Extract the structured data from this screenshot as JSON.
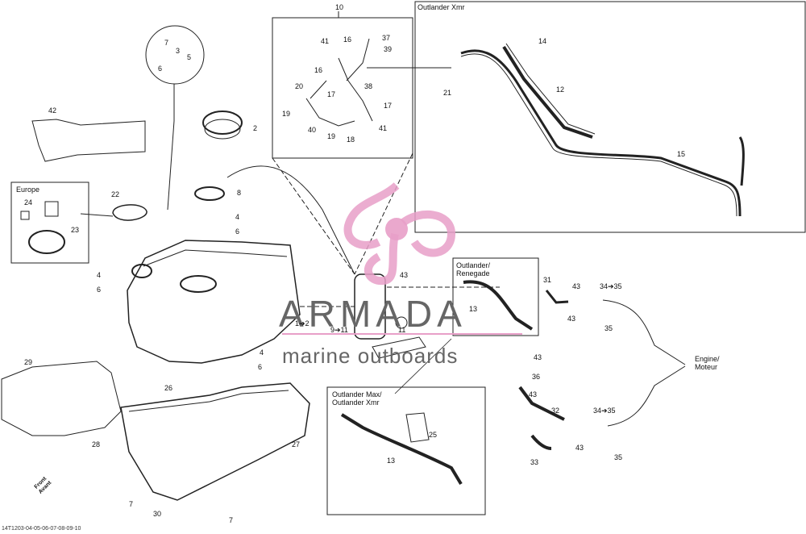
{
  "watermark": {
    "title": "ARMADA",
    "subtitle": "marine outboards",
    "logo_color": "#e89fc8"
  },
  "footer_code": "14T1203-04-05-06-07-08-09-10",
  "front_arrow": {
    "line1": "Front",
    "line2": "Avant"
  },
  "boxes": {
    "outlander_xmr": "Outlander Xmr",
    "europe": "Europe",
    "outlander_renegade_1": "Outlander/",
    "outlander_renegade_2": "Renegade",
    "outlander_max_1": "Outlander Max/",
    "outlander_max_2": "Outlander Xmr"
  },
  "engine": {
    "line1": "Engine/",
    "line2": "Moteur"
  },
  "labels": {
    "n10": "10",
    "n41a": "41",
    "n16a": "16",
    "n37": "37",
    "n39": "39",
    "n16b": "16",
    "n20": "20",
    "n17a": "17",
    "n38": "38",
    "n19a": "19",
    "n17b": "17",
    "n40": "40",
    "n19b": "19",
    "n41b": "41",
    "n18": "18",
    "n14": "14",
    "n21": "21",
    "n12": "12",
    "n15": "15",
    "n7a": "7",
    "n3": "3",
    "n5": "5",
    "n6a": "6",
    "n42": "42",
    "n2": "2",
    "n8": "8",
    "n24": "24",
    "n23": "23",
    "n22": "22",
    "n4a": "4",
    "n6b": "6",
    "n4b": "4",
    "n6c": "6",
    "n4c": "4",
    "n6d": "6",
    "n12ref": "1➔2",
    "n43a": "43",
    "n13a": "13",
    "n911": "9➔11",
    "n11": "11",
    "n31": "31",
    "n43b": "43",
    "n3435a": "34➔35",
    "n43c": "43",
    "n35a": "35",
    "n43d": "43",
    "n36": "36",
    "n43e": "43",
    "n32": "32",
    "n3435b": "34➔35",
    "n43f": "43",
    "n33": "33",
    "n35b": "35",
    "n29": "29",
    "n26": "26",
    "n27": "27",
    "n28": "28",
    "n25": "25",
    "n13b": "13",
    "n7b": "7",
    "n30": "30",
    "n7c": "7"
  }
}
